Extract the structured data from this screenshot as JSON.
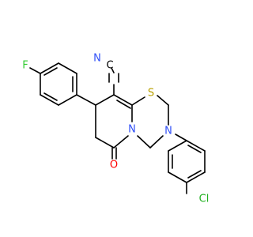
{
  "molecule": {
    "atoms": {
      "fluorine": "F",
      "nitrile_nitrogen": "N",
      "nitrile_carbon": "C",
      "sulfur": "S",
      "ring_nitrogen_1": "N",
      "ring_nitrogen_2": "N",
      "carbonyl_oxygen": "O",
      "chlorine": "Cl"
    },
    "colors": {
      "bond": "#000000",
      "fluorine": "#33cc33",
      "nitrogen": "#3050f8",
      "carbon": "#000000",
      "sulfur": "#b8a000",
      "oxygen": "#ff0000",
      "chlorine": "#1fb01f"
    }
  }
}
